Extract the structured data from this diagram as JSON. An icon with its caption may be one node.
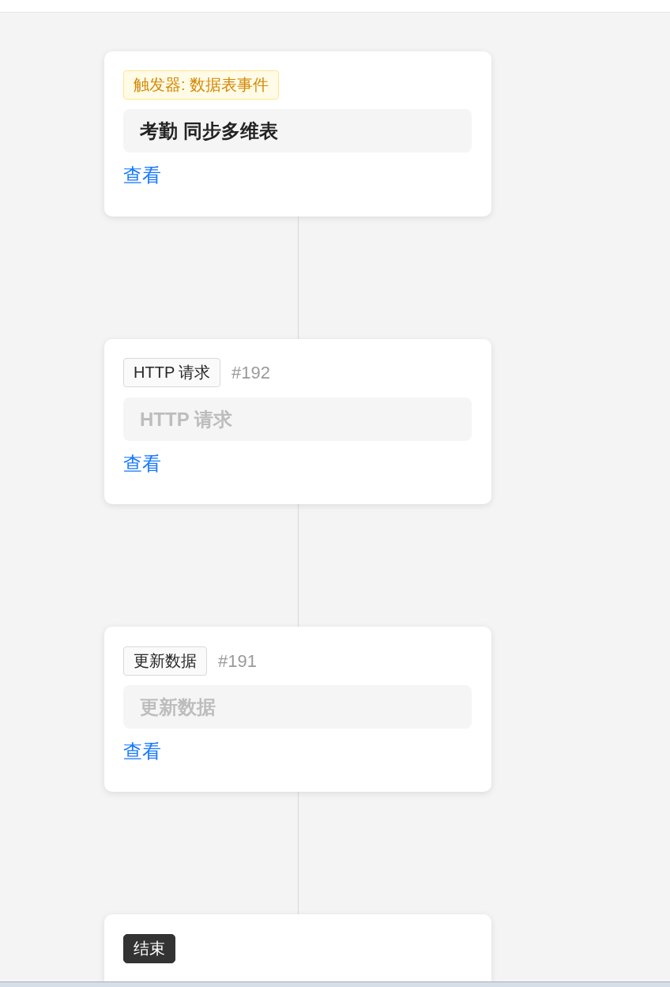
{
  "diagram": {
    "nodes": [
      {
        "text": [
          "查看"
        ]
      },
      {
        "text": [
          "触发器: 数据表事件"
        ],
        "in": 0
      },
      {
        "text": [
          "考勤 同步多维表"
        ],
        "in": 0
      },
      {
        "text": [
          "#192",
          "查看"
        ]
      },
      {
        "text": [
          "HTTP 请求"
        ],
        "in": 3
      },
      {
        "text": [
          "HTTP 请求"
        ],
        "in": 3
      },
      {
        "text": [
          "#191",
          "查看"
        ]
      },
      {
        "text": [
          "更新数据"
        ],
        "in": 6
      },
      {
        "text": [
          "更新数据"
        ],
        "in": 6
      },
      {
        "text": [],
        "shape": "box"
      },
      {
        "text": [
          "结束"
        ],
        "in": 9
      }
    ],
    "edges": [
      {
        "from": 0,
        "to": 3,
        "arrow": "none"
      },
      {
        "from": 3,
        "to": 6,
        "arrow": "none"
      },
      {
        "from": 6,
        "to": 9,
        "arrow": "none"
      }
    ]
  }
}
